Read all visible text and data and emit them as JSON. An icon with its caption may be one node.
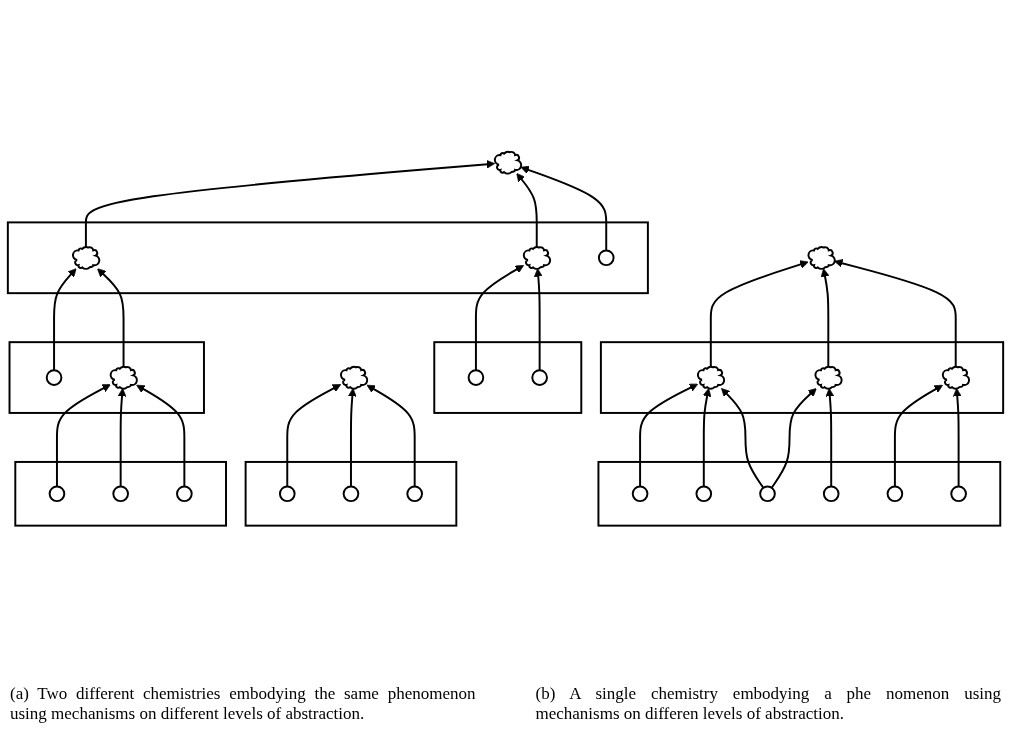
{
  "diagram": {
    "nodes": [
      {
        "text": [],
        "shape": "cloud"
      },
      {
        "text": [],
        "shape": "box"
      },
      {
        "text": [],
        "shape": "ellipse",
        "in": 1
      },
      {
        "text": [],
        "shape": "ellipse",
        "in": 1
      },
      {
        "text": [],
        "shape": "ellipse",
        "in": 1
      },
      {
        "text": [],
        "shape": "cloud"
      },
      {
        "text": [],
        "shape": "box"
      },
      {
        "text": [],
        "shape": "cloud",
        "in": 6
      },
      {
        "text": [],
        "shape": "cloud",
        "in": 6
      },
      {
        "text": [],
        "shape": "cloud",
        "in": 6
      },
      {
        "text": [],
        "shape": "box"
      },
      {
        "text": [],
        "shape": "ellipse",
        "in": 10
      },
      {
        "text": [],
        "shape": "ellipse",
        "in": 10
      },
      {
        "text": [],
        "shape": "ellipse",
        "in": 10
      },
      {
        "text": [],
        "shape": "ellipse",
        "in": 10
      },
      {
        "text": [],
        "shape": "ellipse",
        "in": 10
      },
      {
        "text": [],
        "shape": "ellipse",
        "in": 10
      },
      {
        "text": [],
        "shape": "cloud"
      },
      {
        "text": [],
        "shape": "box"
      },
      {
        "text": [],
        "shape": "cloud",
        "in": 18
      },
      {
        "text": [],
        "shape": "cloud",
        "in": 18
      },
      {
        "text": [],
        "shape": "ellipse",
        "in": 18
      },
      {
        "text": [],
        "shape": "box"
      },
      {
        "text": [],
        "shape": "ellipse",
        "in": 22
      },
      {
        "text": [],
        "shape": "cloud",
        "in": 22
      },
      {
        "text": [],
        "shape": "box"
      },
      {
        "text": [],
        "shape": "ellipse",
        "in": 25
      },
      {
        "text": [],
        "shape": "ellipse",
        "in": 25
      },
      {
        "text": [],
        "shape": "box"
      },
      {
        "text": [],
        "shape": "ellipse",
        "in": 28
      },
      {
        "text": [],
        "shape": "ellipse",
        "in": 28
      },
      {
        "text": [],
        "shape": "ellipse",
        "in": 28
      }
    ],
    "edges": [
      {
        "from": 2,
        "to": 0,
        "arrow": "to"
      },
      {
        "from": 3,
        "to": 0,
        "arrow": "to"
      },
      {
        "from": 4,
        "to": 0,
        "arrow": "to"
      },
      {
        "from": 7,
        "to": 5,
        "arrow": "to"
      },
      {
        "from": 8,
        "to": 5,
        "arrow": "to"
      },
      {
        "from": 9,
        "to": 5,
        "arrow": "to"
      },
      {
        "from": 11,
        "to": 7,
        "arrow": "to"
      },
      {
        "from": 12,
        "to": 7,
        "arrow": "to"
      },
      {
        "from": 13,
        "to": 7,
        "arrow": "to"
      },
      {
        "from": 13,
        "to": 8,
        "arrow": "to"
      },
      {
        "from": 14,
        "to": 8,
        "arrow": "to"
      },
      {
        "from": 15,
        "to": 9,
        "arrow": "to"
      },
      {
        "from": 16,
        "to": 9,
        "arrow": "to"
      },
      {
        "from": 19,
        "to": 17,
        "arrow": "to"
      },
      {
        "from": 20,
        "to": 17,
        "arrow": "to"
      },
      {
        "from": 21,
        "to": 17,
        "arrow": "to"
      },
      {
        "from": 23,
        "to": 19,
        "arrow": "to"
      },
      {
        "from": 24,
        "to": 19,
        "arrow": "to"
      },
      {
        "from": 26,
        "to": 20,
        "arrow": "to"
      },
      {
        "from": 27,
        "to": 20,
        "arrow": "to"
      },
      {
        "from": 29,
        "to": 24,
        "arrow": "to"
      },
      {
        "from": 30,
        "to": 24,
        "arrow": "to"
      },
      {
        "from": 31,
        "to": 24,
        "arrow": "to"
      }
    ],
    "labels": [
      "(a) Two different chemistries embodying the same phenomenon using mechanisms on different levels of abstraction.",
      "(b) A single chemistry embodying a phe nomenon using mechanisms on differen levels of abstraction."
    ]
  }
}
